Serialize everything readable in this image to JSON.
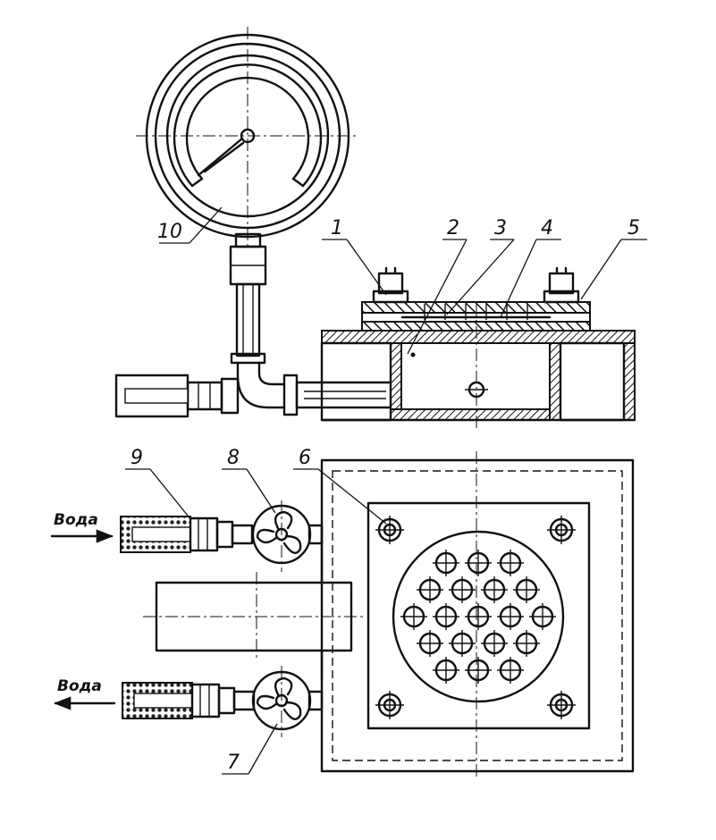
{
  "diagram": {
    "callouts": {
      "c1": "1",
      "c2": "2",
      "c3": "3",
      "c4": "4",
      "c5": "5",
      "c6": "6",
      "c7": "7",
      "c8": "8",
      "c9": "9",
      "c10": "10"
    },
    "flow_in_label": "Вода",
    "flow_out_label": "Вода"
  }
}
